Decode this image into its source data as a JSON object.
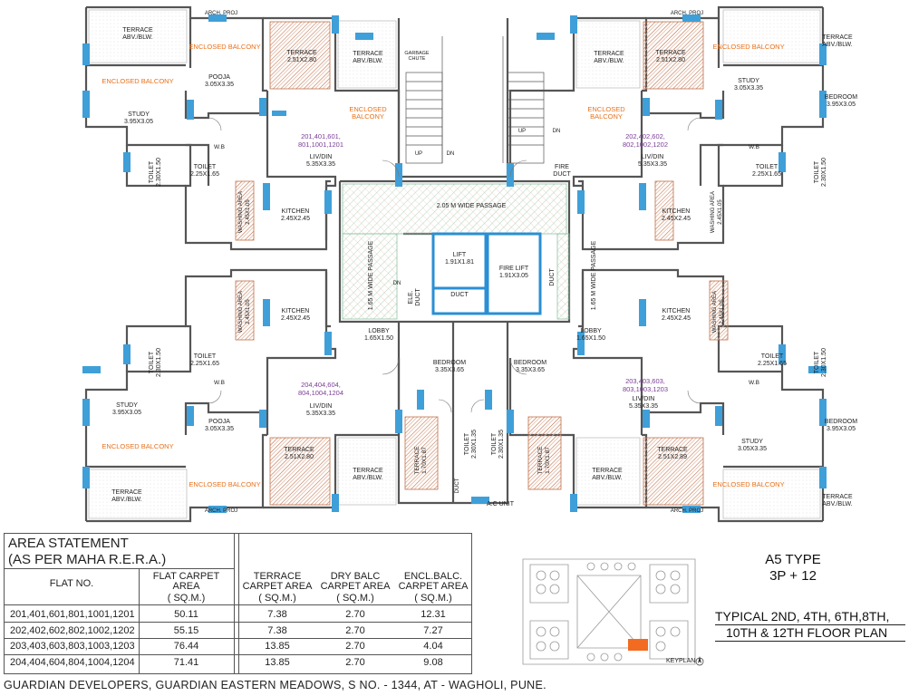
{
  "plan": {
    "rooms": {
      "terrace_abv_blw": "TERRACE\nABV./BLW.",
      "terrace_abv_blw_dot": "TERRACE\nABV./BLW.",
      "enclosed_balcony": "ENCLOSED BALCONY",
      "enclosed_balcony_2line": "ENCLOSED\nBALCONY",
      "arch_proj": "ARCH. PROJ",
      "terrace_2_51": "TERRACE\n2.51X2.80",
      "terrace_2_51_b": "TERRACE\n2.51X2.89",
      "pooja": "POOJA\n3.05X3.35",
      "study_395": "STUDY\n3.95X3.05",
      "study_305": "STUDY\n3.05X3.35",
      "bedroom_395": "BEDROOM\n3.95X3.05",
      "liv_din": "LIV/DIN\n5.35X3.35",
      "kitchen": "KITCHEN\n2.45X2.45",
      "toilet_225": "TOILET\n2.25X1.65",
      "toilet_230": "TOILET\n2.30X1.50",
      "wb": "W.B",
      "washing_area": "WASHING AREA\n2.45X1.05",
      "garbage_chute": "GARBAGE\nCHUTE",
      "fire_duct": "FIRE\nDUCT",
      "up": "UP",
      "dn": "DN",
      "wide_passage_205": "2.05 M WIDE PASSAGE",
      "wide_passage_165": "1.65 M WIDE PASSAGE",
      "lift": "LIFT\n1.91X1.81",
      "fire_lift": "FIRE LIFT\n1.91X3.05",
      "duct": "DUCT",
      "ele_duct": "ELE.\nDUCT",
      "lobby": "LOBBY\n1.65X1.50",
      "bedroom_335": "BEDROOM\n3.35X3.65",
      "toilet_230_135": "TOILET\n2.30X1.35",
      "terrace_170": "TERRACE\n1.70X1.87",
      "ac_unit": "A.C UNIT"
    },
    "flat_labels": {
      "tl": "201,401,601,\n801,1001,1201",
      "tr": "202,402,602,\n802,1002,1202",
      "bl": "204,404,604,\n804,1004,1204",
      "br": "203,403,603,\n803,1003,1203"
    },
    "colors": {
      "wall": "#555555",
      "window": "#3f9fd8",
      "hatch": "#c0704a",
      "passage_hatch": "#6fb48a",
      "lift_wall": "#2a8fd4",
      "orange": "#e8711b",
      "purple": "#7b3d97",
      "keyplan_mark": "#f26b21"
    }
  },
  "area_statement": {
    "title_line1": "AREA STATEMENT",
    "title_line2": "(AS PER MAHA R.E.R.A.)",
    "col_flat_no": "FLAT NO.",
    "col_flat_carpet": "FLAT CARPET\nAREA",
    "col_terrace": "TERRACE\nCARPET AREA",
    "col_dry_balc": "DRY BALC\nCARPET AREA",
    "col_encl_balc": "ENCL.BALC.\nCARPET AREA",
    "unit": "( SQ.M.)",
    "rows": [
      {
        "flats": "201,401,601,801,1001,1201",
        "flat_carpet": "50.11",
        "terrace": "7.38",
        "dry_balc": "2.70",
        "encl_balc": "12.31"
      },
      {
        "flats": "202,402,602,802,1002,1202",
        "flat_carpet": "55.15",
        "terrace": "7.38",
        "dry_balc": "2.70",
        "encl_balc": "7.27"
      },
      {
        "flats": "203,403,603,803,1003,1203",
        "flat_carpet": "76.44",
        "terrace": "13.85",
        "dry_balc": "2.70",
        "encl_balc": "4.04"
      },
      {
        "flats": "204,404,604,804,1004,1204",
        "flat_carpet": "71.41",
        "terrace": "13.85",
        "dry_balc": "2.70",
        "encl_balc": "9.08"
      }
    ]
  },
  "type_block": {
    "type": "A5 TYPE",
    "config": "3P + 12"
  },
  "floors": {
    "line1": "TYPICAL 2ND, 4TH, 6TH,8TH,",
    "line2": "10TH & 12TH FLOOR PLAN"
  },
  "keyplan": {
    "label": "KEYPLAN"
  },
  "footer": "GUARDIAN DEVELOPERS, GUARDIAN EASTERN MEADOWS, S NO. - 1344, AT - WAGHOLI, PUNE."
}
